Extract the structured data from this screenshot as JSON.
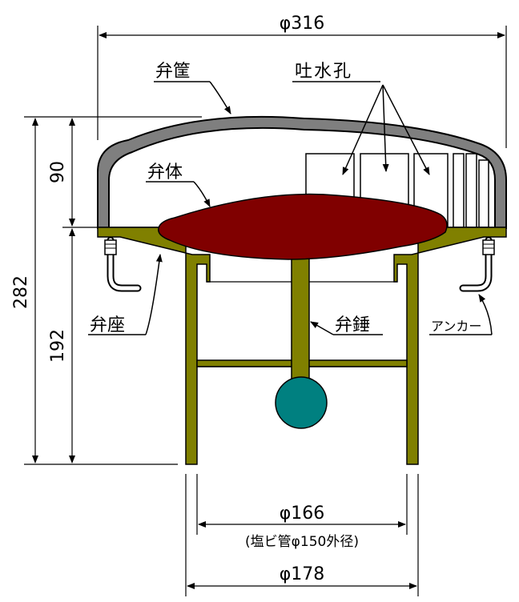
{
  "labels": {
    "valve_cover": "弁筐",
    "water_holes": "吐水孔",
    "valve_body": "弁体",
    "valve_seat": "弁座",
    "valve_weight": "弁錘",
    "anchor": "アンカー"
  },
  "dimensions": {
    "top_diameter": "φ316",
    "overall_height": "282",
    "upper_height": "90",
    "lower_height": "192",
    "inner_diameter": "φ166",
    "inner_note": "(塩ビ管φ150外径)",
    "outer_diameter": "φ178"
  },
  "colors": {
    "cover": "#7f7f7f",
    "body": "#800000",
    "frame": "#808000",
    "weight": "#008080",
    "line": "#000000"
  }
}
